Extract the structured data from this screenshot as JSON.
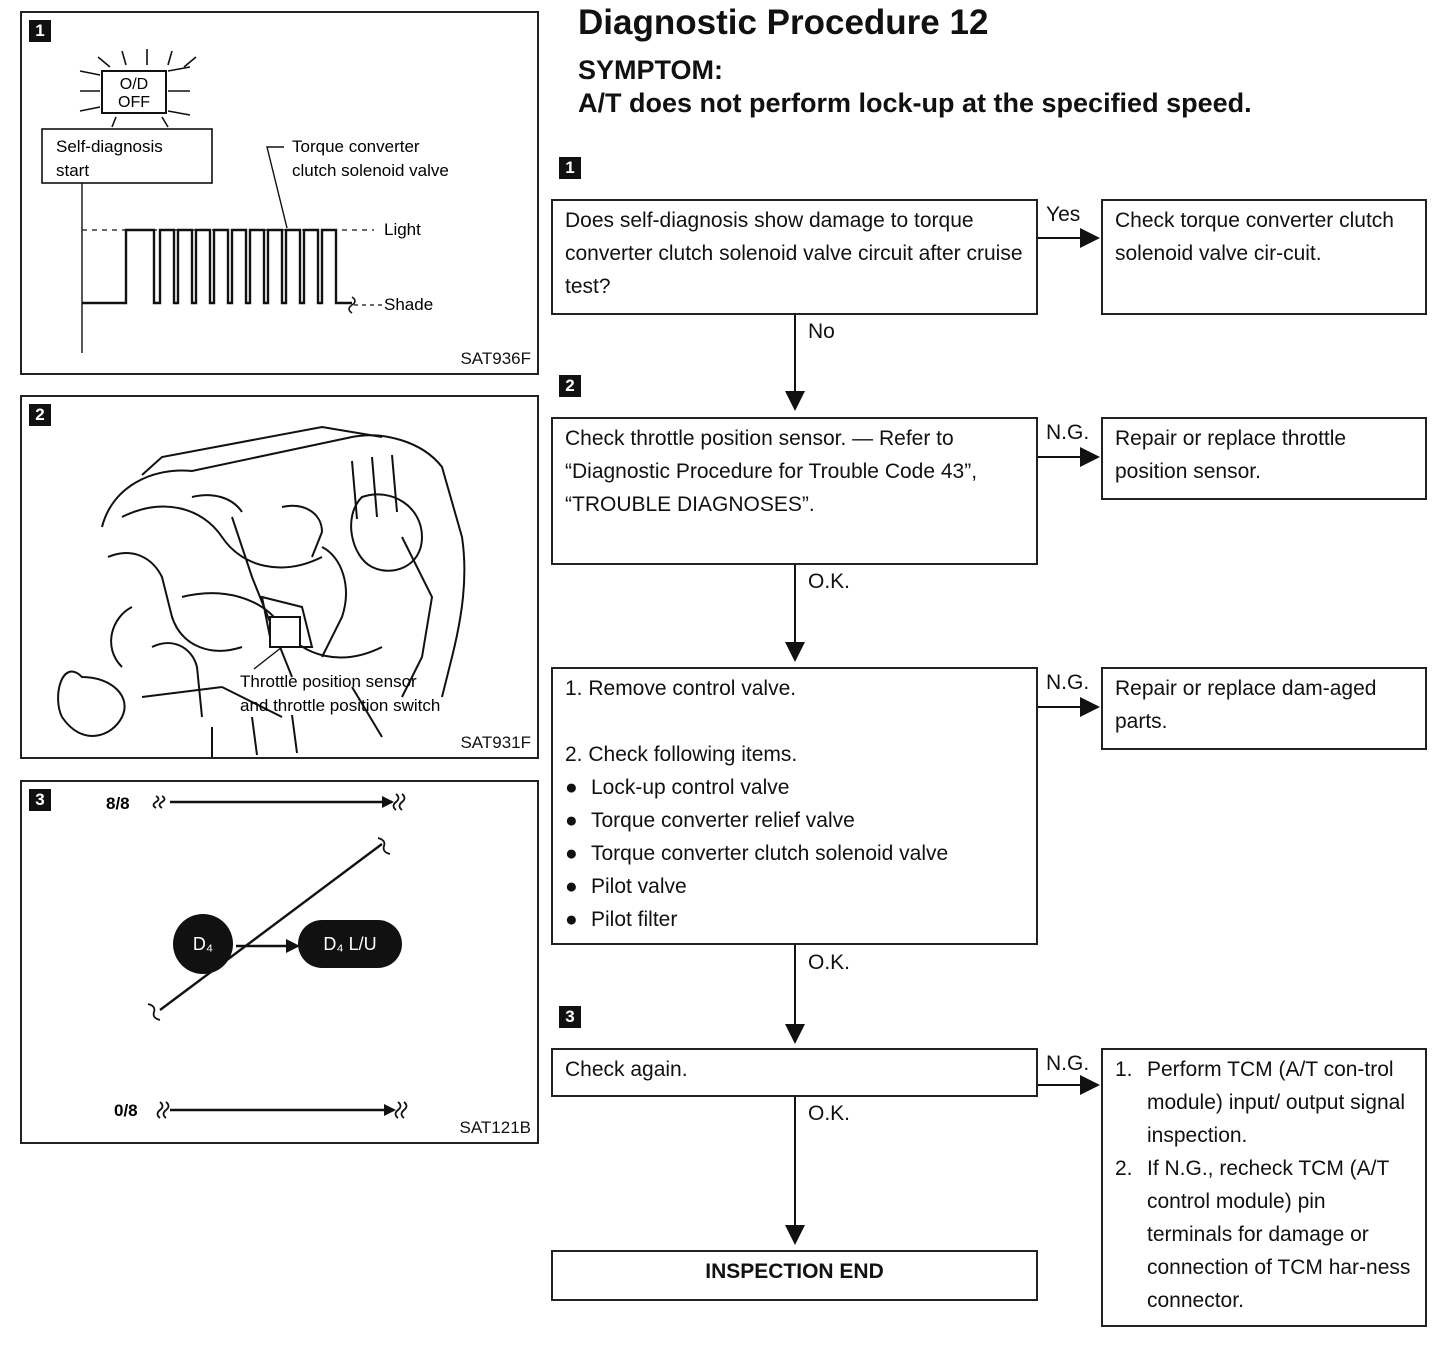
{
  "title": "Diagnostic Procedure 12",
  "symptom_label": "SYMPTOM:",
  "symptom_text": "A/T does not perform lock-up at the specified speed.",
  "panels": {
    "p1": {
      "number": "1",
      "lamp_line1": "O/D",
      "lamp_line2": "OFF",
      "start_line1": "Self-diagnosis",
      "start_line2": "start",
      "callout_line1": "Torque  converter",
      "callout_line2": "clutch  solenoid  valve",
      "light_label": "Light",
      "shade_label": "Shade",
      "code": "SAT936F"
    },
    "p2": {
      "number": "2",
      "label_line1": "Throttle position sensor",
      "label_line2": "and throttle position switch",
      "code": "SAT931F"
    },
    "p3": {
      "number": "3",
      "top_label": "8/8",
      "bottom_label": "0/8",
      "from_state": "D₄",
      "to_state": "D₄  L/U",
      "code": "SAT121B"
    }
  },
  "flow": {
    "step1_num": "1",
    "step2_num": "2",
    "step3_num": "3",
    "q1": "Does self-diagnosis show damage to torque converter clutch solenoid valve circuit after cruise test?",
    "q1_yes": "Yes",
    "q1_no": "No",
    "a1": "Check torque converter clutch solenoid valve cir-cuit.",
    "q2": "Check throttle position sensor. — Refer to “Diagnostic Procedure for Trouble Code 43”, “TROUBLE DIAGNOSES”.",
    "q2_ng": "N.G.",
    "q2_ok": "O.K.",
    "a2": "Repair or replace throttle position sensor.",
    "q3_item1": "1.  Remove control valve.",
    "q3_item2": "2.  Check following items.",
    "q3_bullets": [
      "Lock-up control valve",
      "Torque converter relief valve",
      "Torque converter clutch solenoid valve",
      "Pilot valve",
      "Pilot filter"
    ],
    "q3_ng": "N.G.",
    "q3_ok": "O.K.",
    "a3": "Repair or replace dam-aged parts.",
    "q4": "Check again.",
    "q4_ng": "N.G.",
    "q4_ok": "O.K.",
    "a4_items": [
      {
        "n": "1.",
        "text": "Perform TCM (A/T con-trol module) input/ output signal inspection."
      },
      {
        "n": "2.",
        "text": "If N.G., recheck TCM (A/T control module) pin terminals for damage or connection of TCM har-ness connector."
      }
    ],
    "end": "INSPECTION END"
  }
}
